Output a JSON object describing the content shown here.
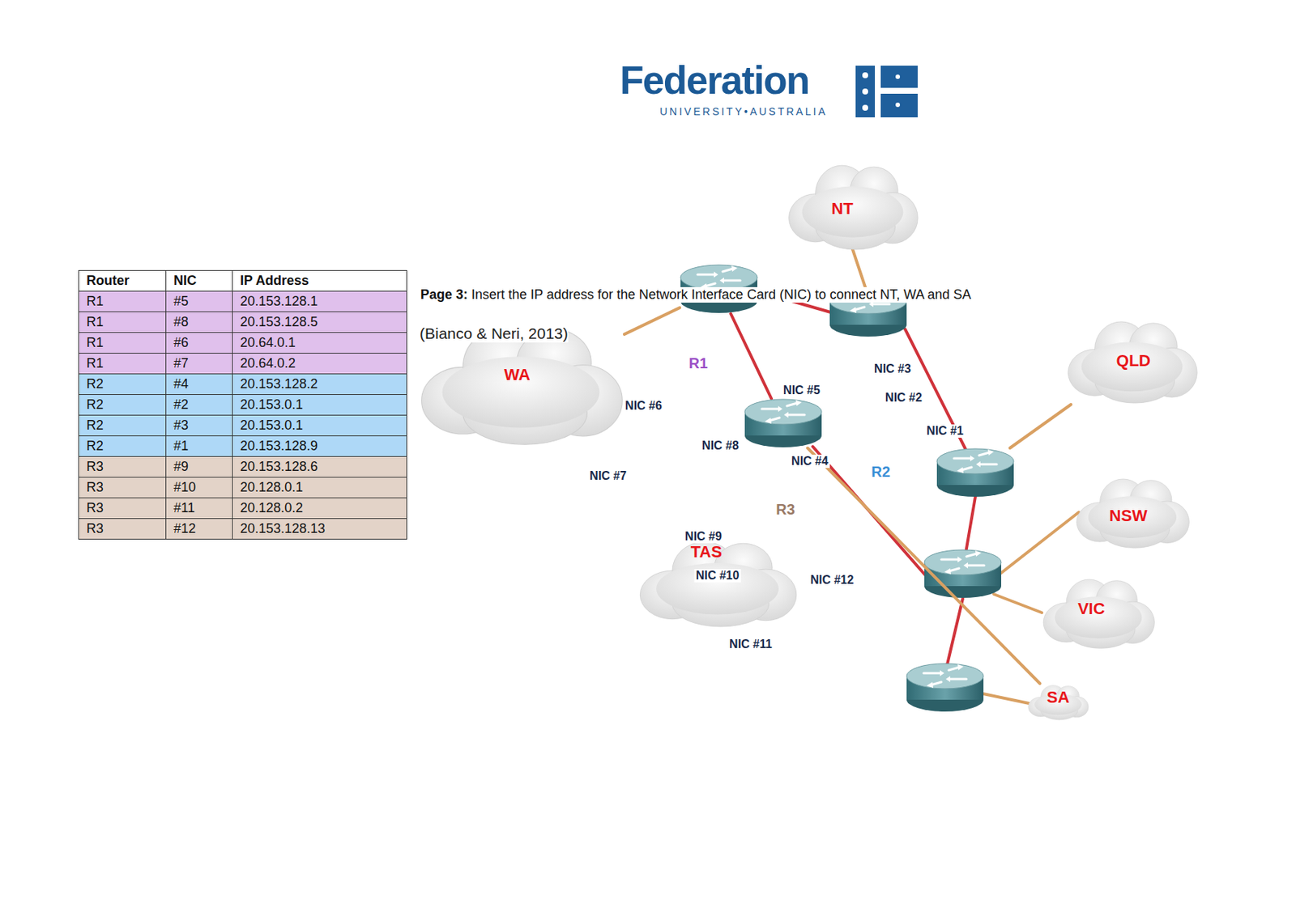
{
  "diagram": {
    "nodes": [
      {
        "text": [
          "NT"
        ]
      },
      {
        "text": [
          "WA"
        ]
      },
      {
        "text": [
          "QLD"
        ]
      },
      {
        "text": [
          "NSW"
        ]
      },
      {
        "text": [
          "VIC"
        ]
      },
      {
        "text": [
          "SA"
        ]
      },
      {
        "text": [
          "TAS"
        ]
      },
      {
        "text": [
          "R1"
        ]
      },
      {
        "text": [
          "R2"
        ]
      },
      {
        "text": [
          "R3"
        ]
      }
    ],
    "edges": [
      {
        "from": 1,
        "to": 7,
        "arrow": "none"
      },
      {
        "from": 7,
        "to": 9,
        "arrow": "none"
      },
      {
        "from": 9,
        "to": 5,
        "arrow": "none"
      },
      {
        "from": 8,
        "to": 2,
        "arrow": "none"
      }
    ],
    "labels": [
      "Federation",
      "UNIVERSITY•AUSTRALIA",
      "Router",
      "NIC",
      "IP Address",
      "R1",
      "#5",
      "20.153.128.1",
      "R1",
      "#8",
      "20.153.128.5",
      "R1",
      "#6",
      "20.64.0.1",
      "R1",
      "#7",
      "20.64.0.2",
      "R2",
      "#4",
      "20.153.128.2",
      "R2",
      "#2",
      "20.153.0.1",
      "R2",
      "#3",
      "20.153.0.1",
      "R2",
      "#1",
      "20.153.128.9",
      "R3",
      "#9",
      "20.153.128.6",
      "R3",
      "#10",
      "20.128.0.1",
      "R3",
      "#11",
      "20.128.0.2",
      "R3",
      "#12",
      "20.153.128.13",
      "Page 3:",
      "Insert the IP address for the Network Interface Card (NIC) to connect NT, WA and SA",
      "(Bianco & Neri, 2013)",
      "NIC #3",
      "NIC #2",
      "NIC #5",
      "NIC #6",
      "NIC #1",
      "NIC #8",
      "NIC #4",
      "NIC #7",
      "NIC #9",
      "NIC #10",
      "NIC #12",
      "NIC #11"
    ]
  }
}
